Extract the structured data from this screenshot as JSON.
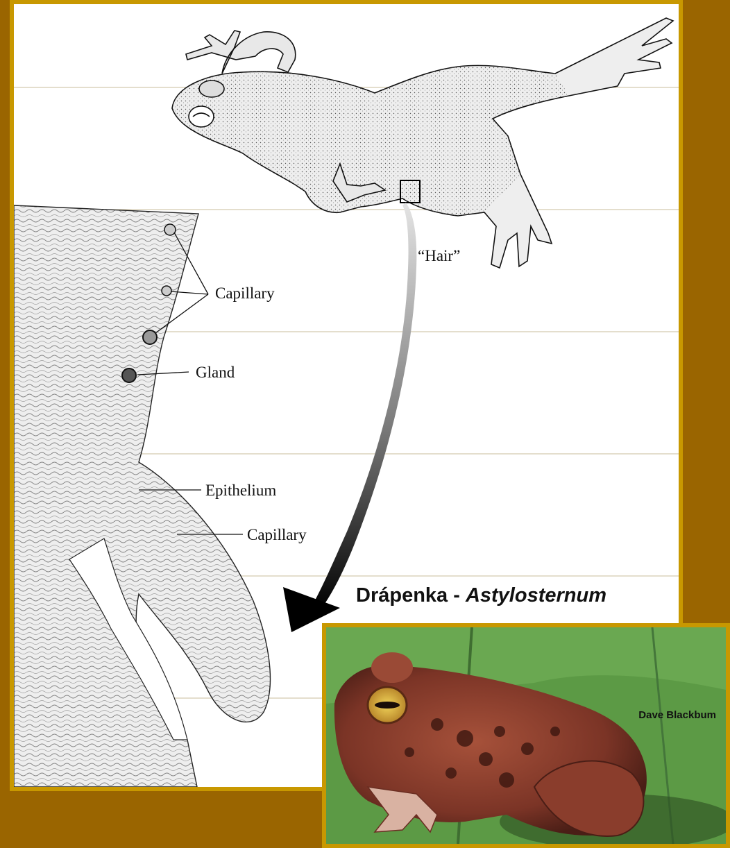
{
  "labels": {
    "hair": "“Hair”",
    "capillary_top": "Capillary",
    "gland": "Gland",
    "epithelium": "Epithelium",
    "capillary_bottom": "Capillary"
  },
  "caption": {
    "common_name": "Drápenka -",
    "genus": "Astylosternum"
  },
  "photo": {
    "credit": "Dave Blackbum"
  },
  "colors": {
    "background": "#9a6500",
    "frame": "#c89800",
    "leaf": "#4f8a3a",
    "frog": "#8a3d2c"
  }
}
